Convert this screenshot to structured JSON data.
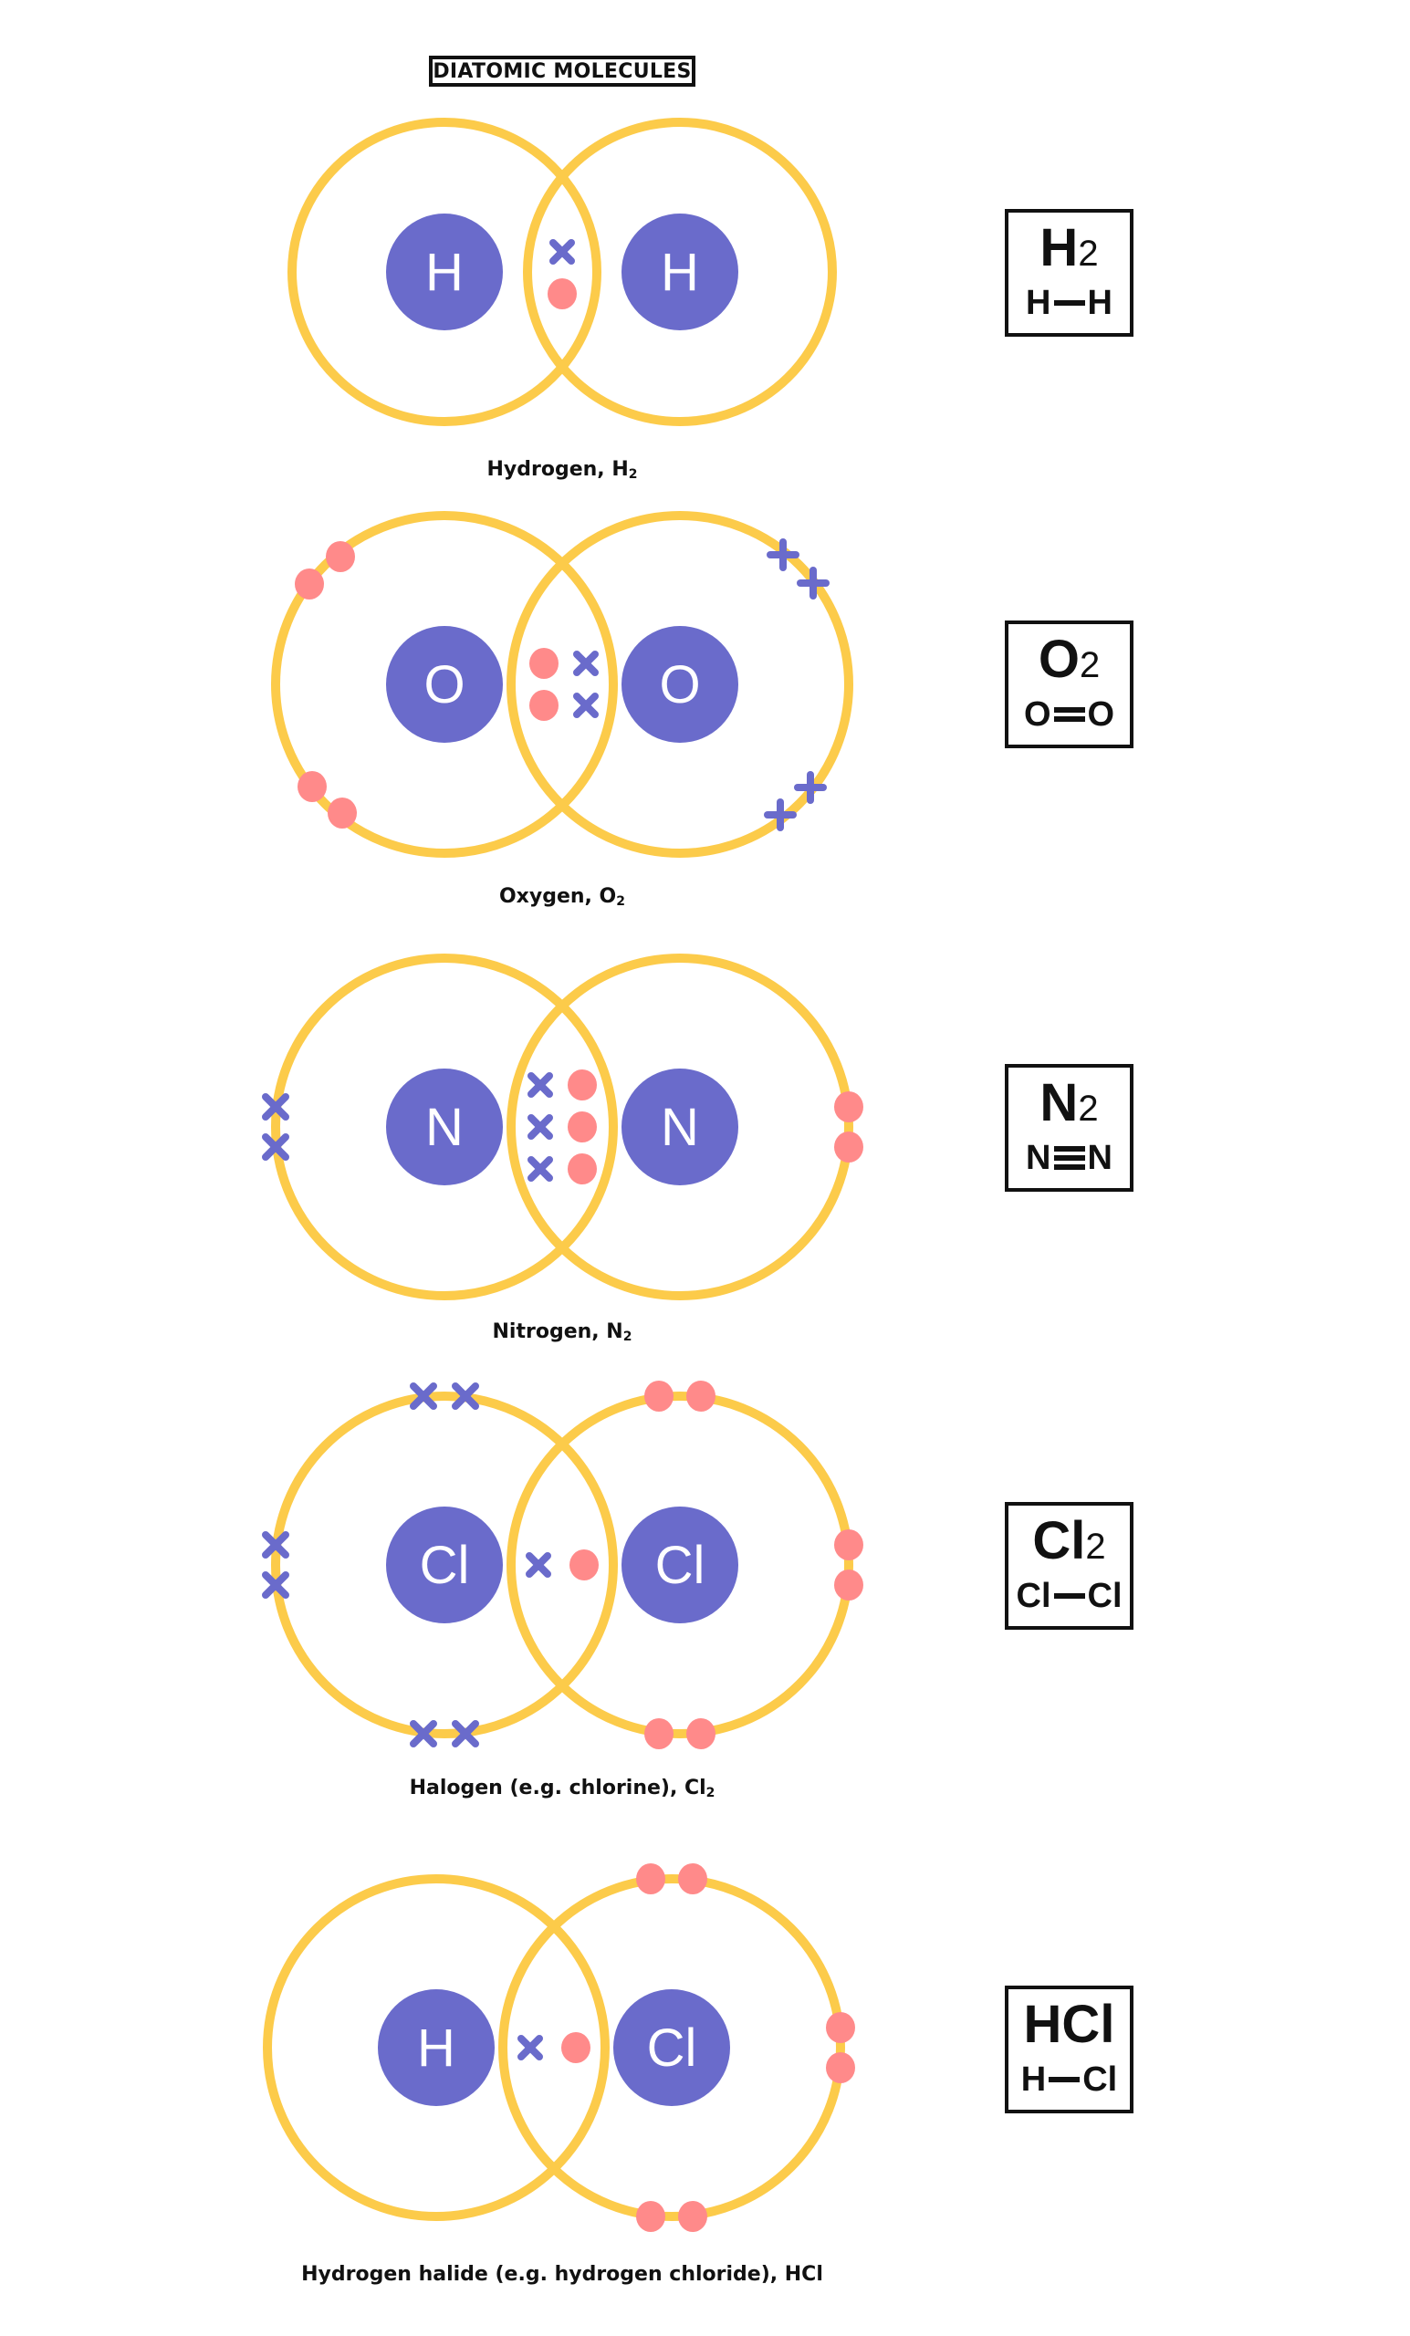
{
  "title": "DIATOMIC MOLECULES",
  "colors": {
    "shell": "#FCCB4A",
    "nucleus": "#6A6BCB",
    "nucleus_text": "#FFFFFF",
    "dot_electron": "#FF8A8A",
    "cross_electron": "#6A6BCB",
    "text": "#111111"
  },
  "molecules": [
    {
      "id": "h2",
      "caption_main": "Hydrogen, H",
      "caption_sub": "2",
      "left_atom": "H",
      "right_atom": "H",
      "formula_main": "H",
      "formula_sub": "2",
      "formula_left": "H",
      "formula_right": "H",
      "bond_order": 1,
      "shared_pairs": 1,
      "left_lone_electrons": 0,
      "right_lone_electrons": 0,
      "left_electron_symbol": "cross",
      "right_electron_symbol": "dot"
    },
    {
      "id": "o2",
      "caption_main": "Oxygen, O",
      "caption_sub": "2",
      "left_atom": "O",
      "right_atom": "O",
      "formula_main": "O",
      "formula_sub": "2",
      "formula_left": "O",
      "formula_right": "O",
      "bond_order": 2,
      "shared_pairs": 2,
      "left_lone_electrons": 4,
      "right_lone_electrons": 4,
      "left_electron_symbol": "dot",
      "right_electron_symbol": "plus"
    },
    {
      "id": "n2",
      "caption_main": "Nitrogen, N",
      "caption_sub": "2",
      "left_atom": "N",
      "right_atom": "N",
      "formula_main": "N",
      "formula_sub": "2",
      "formula_left": "N",
      "formula_right": "N",
      "bond_order": 3,
      "shared_pairs": 3,
      "left_lone_electrons": 2,
      "right_lone_electrons": 2,
      "left_electron_symbol": "cross",
      "right_electron_symbol": "dot"
    },
    {
      "id": "cl2",
      "caption_main": "Halogen (e.g. chlorine), Cl",
      "caption_sub": "2",
      "left_atom": "Cl",
      "right_atom": "Cl",
      "formula_main": "Cl",
      "formula_sub": "2",
      "formula_left": "Cl",
      "formula_right": "Cl",
      "bond_order": 1,
      "shared_pairs": 1,
      "left_lone_electrons": 6,
      "right_lone_electrons": 6,
      "left_electron_symbol": "cross",
      "right_electron_symbol": "dot"
    },
    {
      "id": "hcl",
      "caption_main": "Hydrogen halide (e.g. hydrogen chloride), HCl",
      "caption_sub": "",
      "left_atom": "H",
      "right_atom": "Cl",
      "formula_main": "HCl",
      "formula_sub": "",
      "formula_left": "H",
      "formula_right": "Cl",
      "bond_order": 1,
      "shared_pairs": 1,
      "left_lone_electrons": 0,
      "right_lone_electrons": 6,
      "left_electron_symbol": "cross",
      "right_electron_symbol": "dot"
    }
  ]
}
